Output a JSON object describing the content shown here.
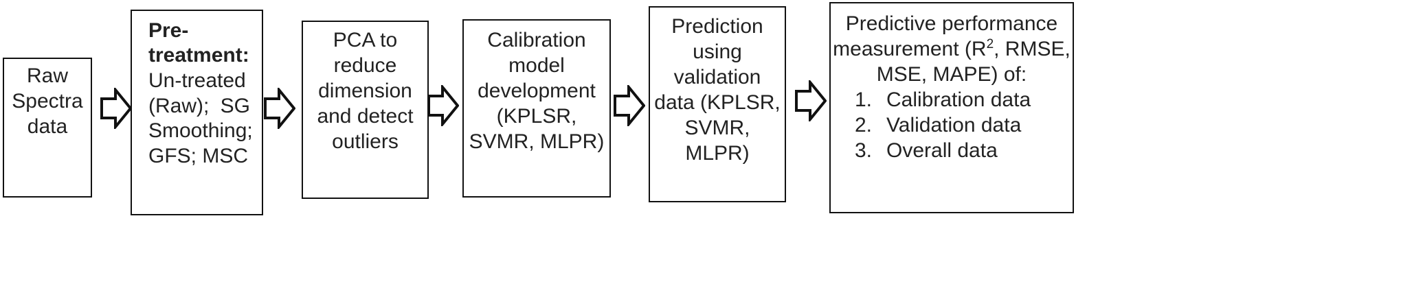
{
  "diagram": {
    "steps": [
      {
        "lines": [
          "Raw",
          "Spectra",
          "data"
        ]
      },
      {
        "heading": [
          "Pre-",
          "treatment:"
        ],
        "line1": [
          "Un-treated"
        ],
        "line2_left": "(Raw);",
        "line2_right": "SG",
        "line3": "Smoothing;",
        "line4": "GFS; MSC"
      },
      {
        "lines": [
          "PCA to",
          "reduce",
          "dimension",
          "and detect",
          "outliers"
        ]
      },
      {
        "lines": [
          "Calibration",
          "model",
          "development",
          "(KPLSR,",
          "SVMR, MLPR)"
        ]
      },
      {
        "lines": [
          "Prediction",
          "using",
          "validation",
          "data (KPLSR,",
          "SVMR,",
          "MLPR)"
        ]
      },
      {
        "line1": "Predictive performance",
        "line2_a": "measurement (R",
        "line2_sup": "2",
        "line2_b": ", RMSE,",
        "line3": "MSE, MAPE) of:",
        "items": [
          {
            "num": "1.",
            "text": "Calibration data"
          },
          {
            "num": "2.",
            "text": "Validation data"
          },
          {
            "num": "3.",
            "text": "Overall data"
          }
        ]
      }
    ]
  }
}
